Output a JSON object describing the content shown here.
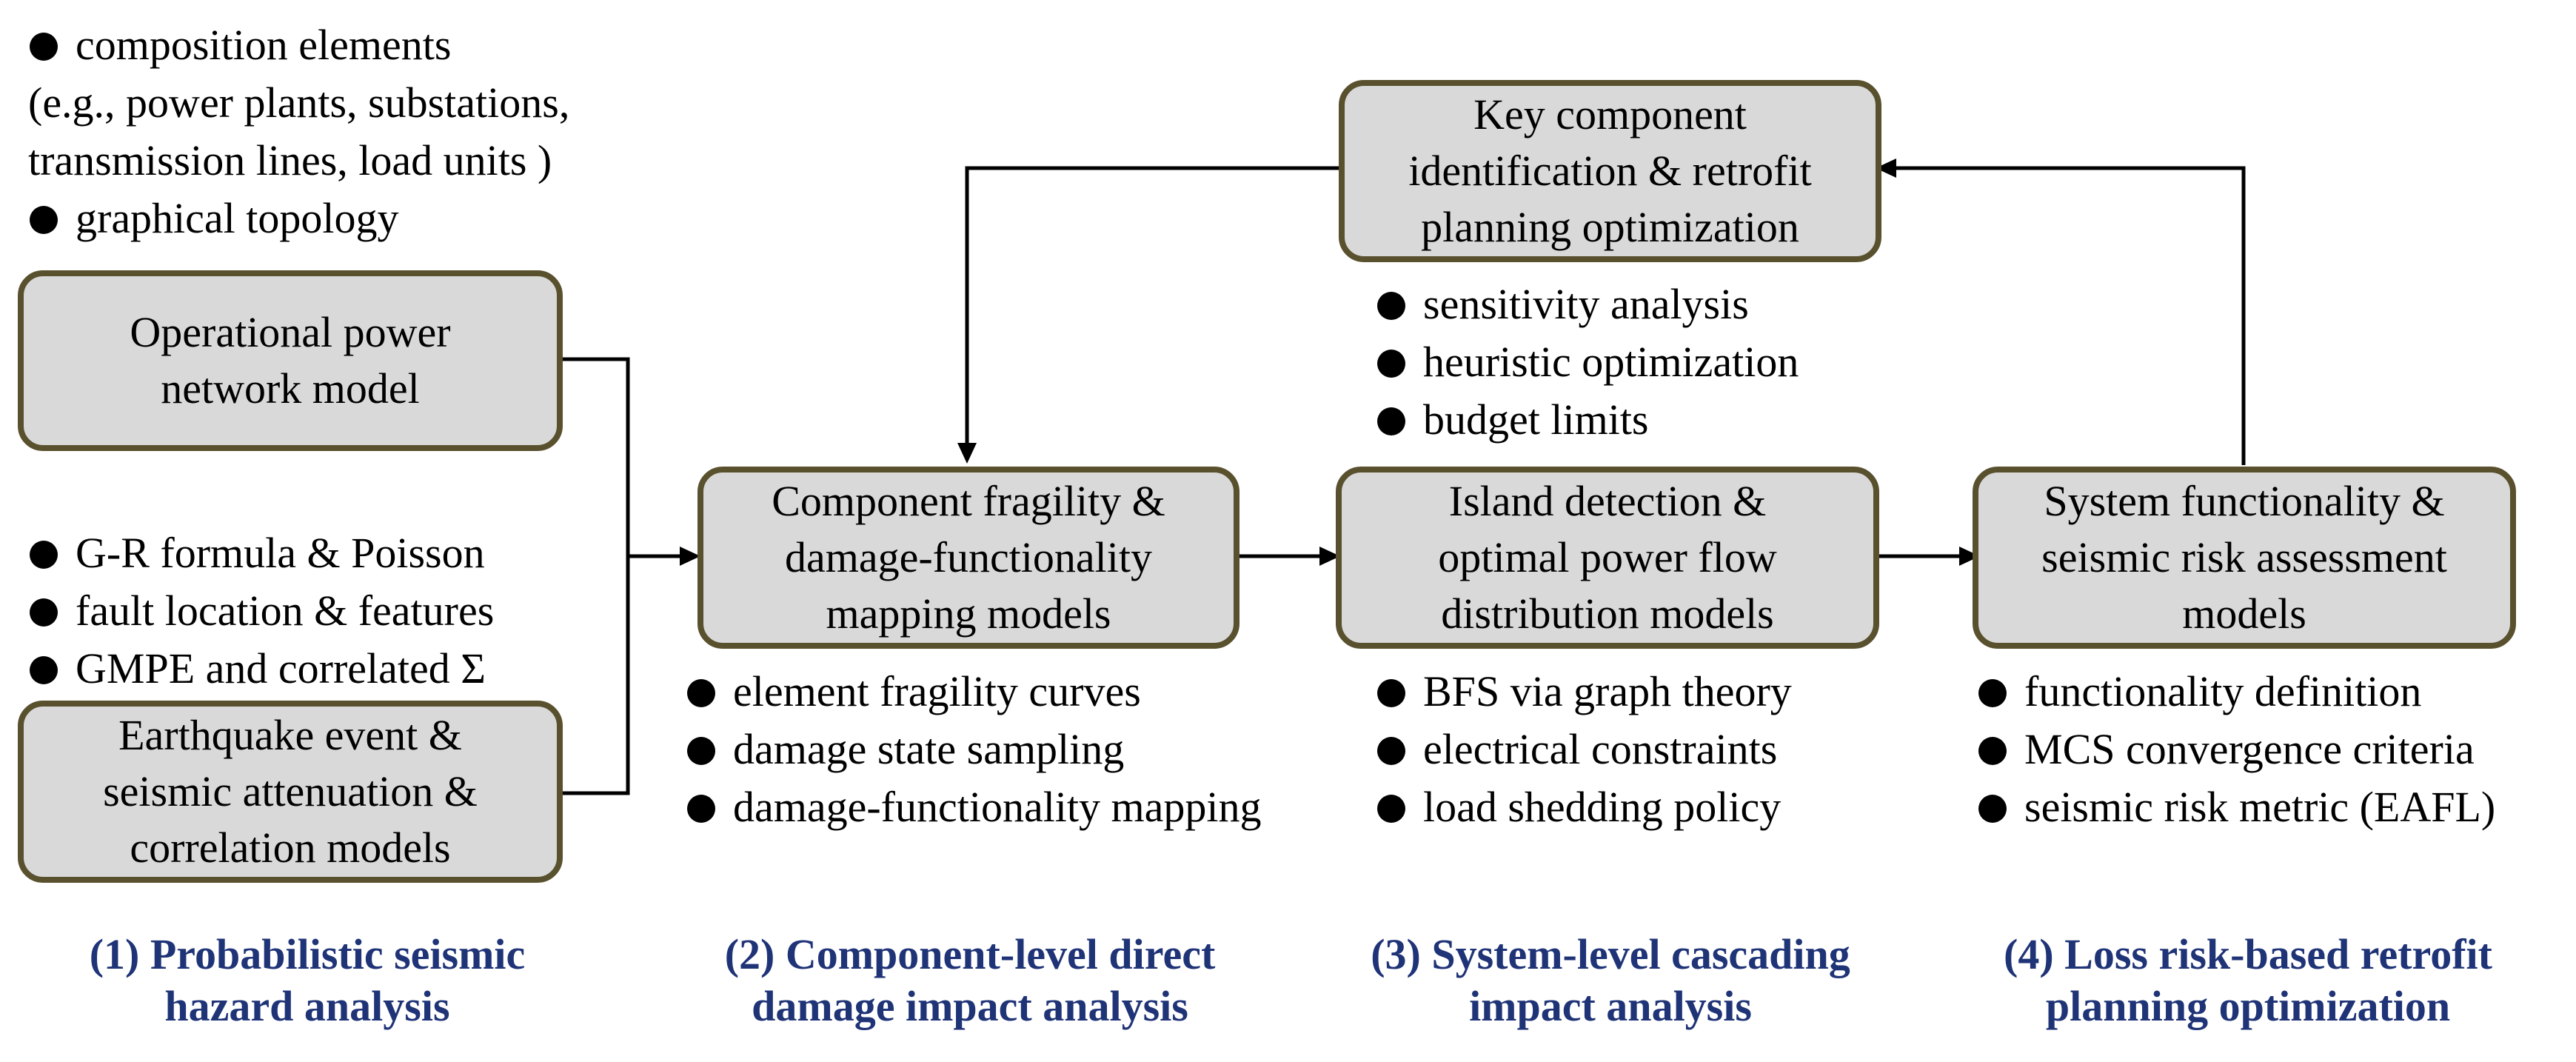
{
  "input_notes": {
    "network": {
      "first_item": "composition elements",
      "detail_lines": [
        "(e.g., power plants, substations,",
        "transmission lines, load units )"
      ],
      "last_item": "graphical topology"
    },
    "earthquake": [
      "G-R formula & Poisson",
      "fault location & features",
      "GMPE and correlated Σ"
    ]
  },
  "boxes": {
    "network_model": [
      "Operational power",
      "network model"
    ],
    "earthquake_model": [
      "Earthquake event &",
      "seismic attenuation &",
      "correlation models"
    ],
    "fragility": [
      "Component fragility &",
      "damage-functionality",
      "mapping models"
    ],
    "island": [
      "Island detection &",
      "optimal power flow",
      "distribution models"
    ],
    "system": [
      "System functionality &",
      "seismic risk assessment",
      "models"
    ],
    "key_component": [
      "Key component",
      "identification & retrofit",
      "planning optimization"
    ]
  },
  "bullets": {
    "key_component": [
      "sensitivity analysis",
      "heuristic optimization",
      "budget limits"
    ],
    "fragility": [
      "element fragility curves",
      "damage state sampling",
      "damage-functionality mapping"
    ],
    "island": [
      "BFS via graph theory",
      "electrical constraints",
      "load shedding policy"
    ],
    "system": [
      "functionality definition",
      "MCS convergence criteria",
      "seismic risk metric (EAFL)"
    ]
  },
  "stages": [
    [
      "(1) Probabilistic seismic",
      "hazard analysis"
    ],
    [
      "(2) Component-level direct",
      "damage impact analysis"
    ],
    [
      "(3) System-level cascading",
      "impact analysis"
    ],
    [
      "(4) Loss risk-based retrofit",
      "planning optimization"
    ]
  ],
  "colors": {
    "box_fill": "#d9d9d9",
    "box_border": "#59502e",
    "stage_text": "#1f3377"
  }
}
